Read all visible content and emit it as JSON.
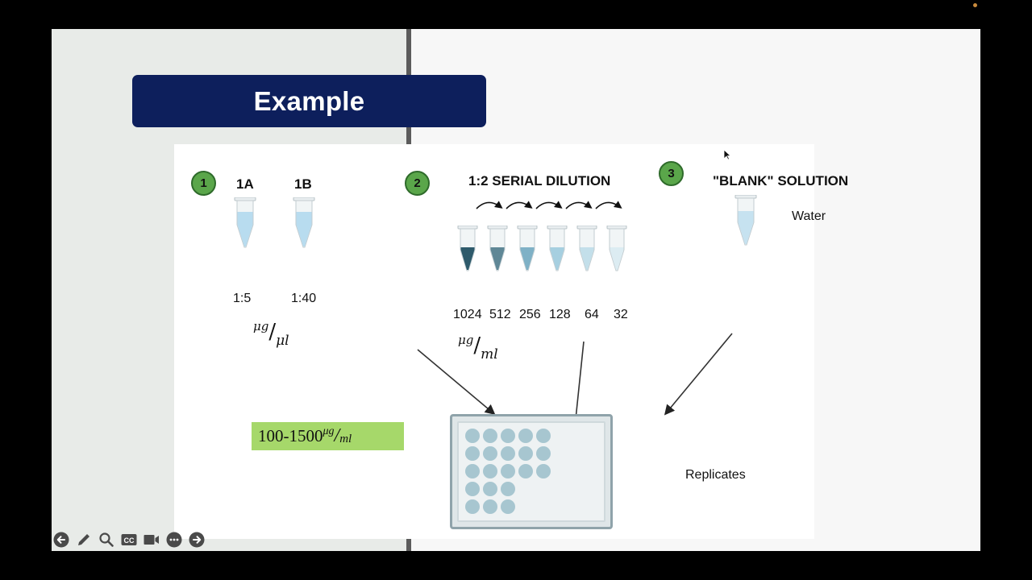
{
  "slide": {
    "title": "Example",
    "colors": {
      "title_bar": "#0d1f5c",
      "step_badge": "#5aa64a",
      "range_box": "#a6d86a",
      "well": "#a7c6d0"
    },
    "step1": {
      "number": "1",
      "tubes": [
        {
          "label": "1A",
          "ratio": "1:5"
        },
        {
          "label": "1B",
          "ratio": "1:40"
        }
      ],
      "unit": {
        "num": "μg",
        "den": "μl"
      }
    },
    "step2": {
      "number": "2",
      "heading": "1:2 SERIAL DILUTION",
      "tubes": [
        "1024",
        "512",
        "256",
        "128",
        "64",
        "32"
      ],
      "tube_colors": [
        "#2e5a6b",
        "#5f8796",
        "#7fb1c6",
        "#a6cfe0",
        "#c3dfea",
        "#dcecf2"
      ],
      "unit": {
        "num": "μg",
        "den": "ml"
      }
    },
    "step3": {
      "number": "3",
      "heading": "\"BLANK\" SOLUTION",
      "tube_label": "Water"
    },
    "range": {
      "value": "100-1500",
      "num": "μg",
      "den": "ml"
    },
    "plate": {
      "label": "Replicates",
      "rows": [
        5,
        5,
        5,
        3,
        3
      ]
    }
  },
  "player_toolbar": {
    "buttons": [
      {
        "name": "previous-slide",
        "icon": "arrow-left-circle"
      },
      {
        "name": "pen",
        "icon": "pencil"
      },
      {
        "name": "zoom",
        "icon": "magnifier"
      },
      {
        "name": "captions",
        "icon": "cc"
      },
      {
        "name": "camera",
        "icon": "video-camera"
      },
      {
        "name": "more-options",
        "icon": "ellipsis-circle"
      },
      {
        "name": "next-slide",
        "icon": "arrow-right-circle"
      }
    ]
  }
}
